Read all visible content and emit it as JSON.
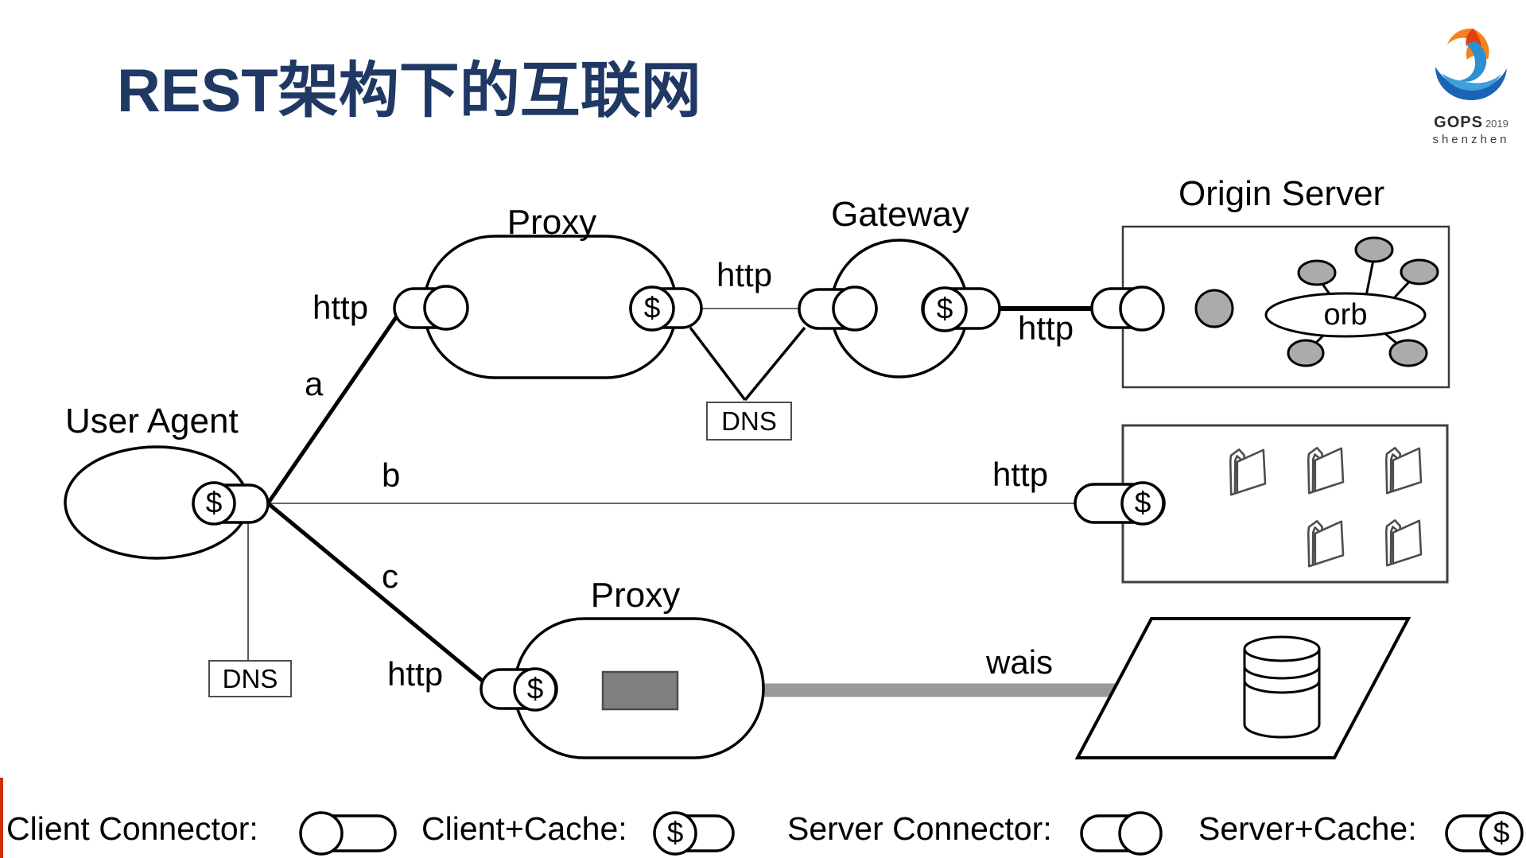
{
  "title": "REST架构下的互联网",
  "logo": {
    "brand": "GOPS",
    "year": "2019",
    "city": "shenzhen"
  },
  "diagram": {
    "user_agent_label": "User Agent",
    "proxy_top_label": "Proxy",
    "proxy_bottom_label": "Proxy",
    "gateway_label": "Gateway",
    "origin_server_label": "Origin Server",
    "orb_label": "orb",
    "dns_label": "DNS",
    "http_label": "http",
    "wais_label": "wais",
    "path_a_label": "a",
    "path_b_label": "b",
    "path_c_label": "c",
    "cache_symbol": "$"
  },
  "legend": {
    "client_connector": "Client Connector:",
    "client_cache": "Client+Cache:",
    "server_connector": "Server Connector:",
    "server_cache": "Server+Cache:"
  },
  "colors": {
    "title_text": "#1F3864",
    "gray_node_fill": "#ABABAB",
    "wais_line": "#999999",
    "proxy_inner_box": "#808080",
    "accent_bar": "#CC3300"
  }
}
